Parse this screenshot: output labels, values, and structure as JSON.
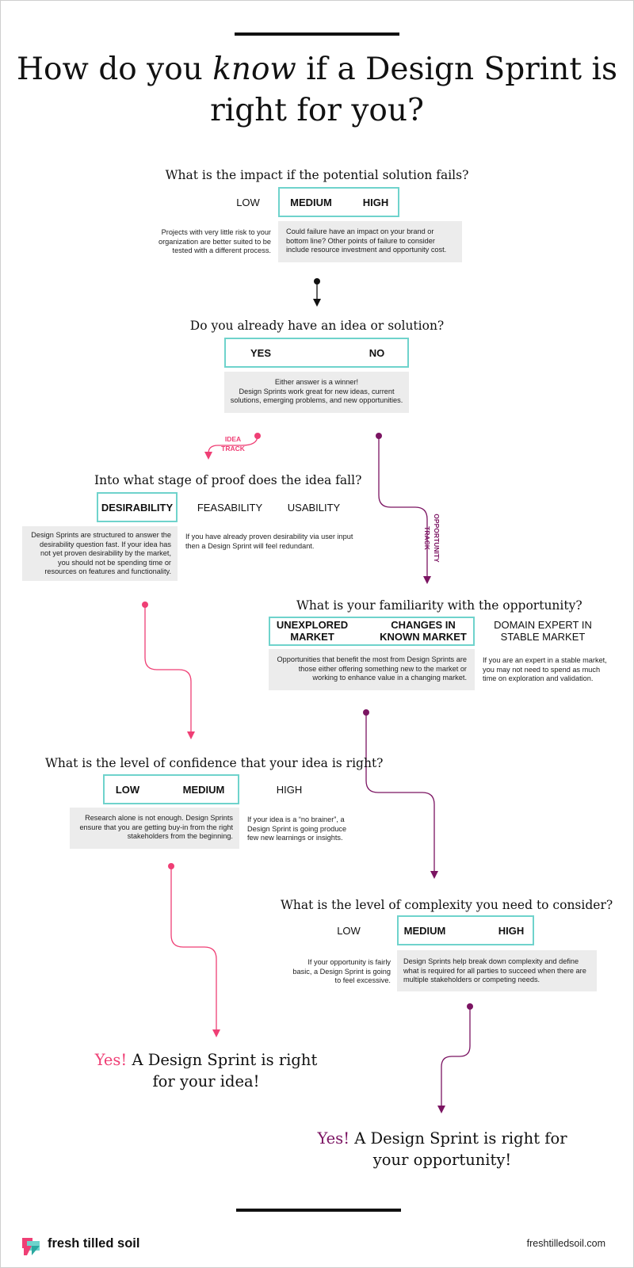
{
  "title": {
    "before": "How do you ",
    "emph": "know",
    "after": " if a Design Sprint is right for you?"
  },
  "q1": {
    "question": "What is the impact if the potential solution fails?",
    "options": [
      "LOW",
      "MEDIUM",
      "HIGH"
    ],
    "left_note": "Projects with very little risk to your organization are better suited to be tested with a different process.",
    "right_note": "Could failure have an impact on your brand or bottom line? Other points of failure to consider include resource investment and opportunity cost."
  },
  "q2": {
    "question": "Do you already have an idea or solution?",
    "options": [
      "YES",
      "NO"
    ],
    "note_line1": "Either answer is a winner!",
    "note_line2": "Design Sprints work great for new ideas, current solutions, emerging problems, and new opportunities."
  },
  "tracks": {
    "idea": "IDEA TRACK",
    "opportunity": "OPPORTUNITY TRACK"
  },
  "q3": {
    "question": "Into what stage of proof does the idea fall?",
    "options": [
      "DESIRABILITY",
      "FEASABILITY",
      "USABILITY"
    ],
    "left_note": "Design Sprints are structured to answer the desirability question fast. If your idea has not yet proven desirability by the market, you should not be spending time or resources on features and functionality.",
    "right_note": "If you have already proven desirability via user input then a Design Sprint will feel redundant."
  },
  "q4": {
    "question": "What is your familiarity with the opportunity?",
    "options": [
      "UNEXPLORED MARKET",
      "CHANGES IN KNOWN MARKET",
      "DOMAIN EXPERT IN STABLE MARKET"
    ],
    "left_note": "Opportunities that benefit the most from Design Sprints are those either offering something new to the market or working to enhance value in a changing market.",
    "right_note": "If you are an expert in a stable market, you may not need to spend as much time on exploration and validation."
  },
  "q5": {
    "question": "What is the level of confidence that your idea is right?",
    "options": [
      "LOW",
      "MEDIUM",
      "HIGH"
    ],
    "left_note": "Research alone is not enough. Design Sprints ensure that you are getting buy-in from the right stakeholders from the beginning.",
    "right_note": "If your idea is a “no brainer”, a Design Sprint is going produce few new learnings or insights."
  },
  "q6": {
    "question": "What is the level of complexity you need to consider?",
    "options": [
      "LOW",
      "MEDIUM",
      "HIGH"
    ],
    "left_note": "If your opportunity is fairly basic, a Design Sprint is going to feel excessive.",
    "right_note": "Design Sprints help break down complexity and define what is required for all parties to succeed when there are multiple stakeholders or competing needs."
  },
  "result_idea": {
    "yes": "Yes!",
    "text": " A Design Sprint is right for your idea!"
  },
  "result_opportunity": {
    "yes": "Yes!",
    "text": " A Design Sprint is right for your opportunity!"
  },
  "footer": {
    "brand": "fresh tilled soil",
    "url": "freshtilledsoil.com"
  },
  "colors": {
    "teal": "#6fd3cc",
    "pink": "#ef3f75",
    "purple": "#7b1462",
    "note_bg": "#ececec"
  }
}
